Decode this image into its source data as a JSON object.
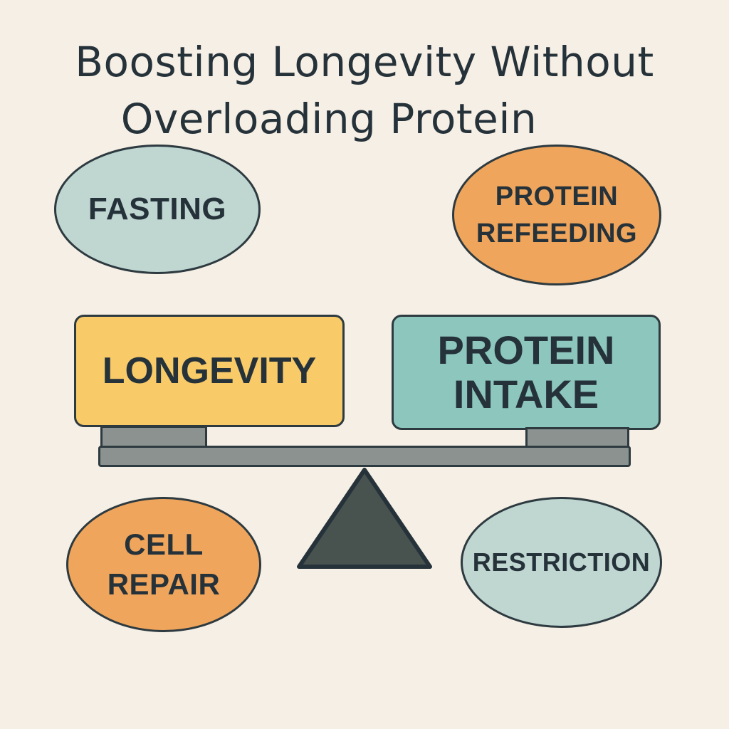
{
  "title": {
    "line1": "Boosting Longevity Without",
    "line2": "Overloading Protein"
  },
  "bubbles": {
    "fasting": {
      "label": "FASTING",
      "color": "#bfd6d1"
    },
    "protein_refeeding": {
      "line1": "PROTEIN",
      "line2": "REFEEDING",
      "color": "#efa55c"
    },
    "cell_repair": {
      "line1": "CELL",
      "line2": "REPAIR",
      "color": "#efa55c"
    },
    "restriction": {
      "label": "RESTRICTION",
      "color": "#bfd6d1"
    }
  },
  "scale": {
    "left_box": {
      "label": "LONGEVITY",
      "color": "#f8ca68"
    },
    "right_box": {
      "line1": "PROTEIN",
      "line2": "INTAKE",
      "color": "#8cc6bd"
    },
    "beam_color": "#8c9290",
    "fulcrum_color": "#48524f"
  }
}
